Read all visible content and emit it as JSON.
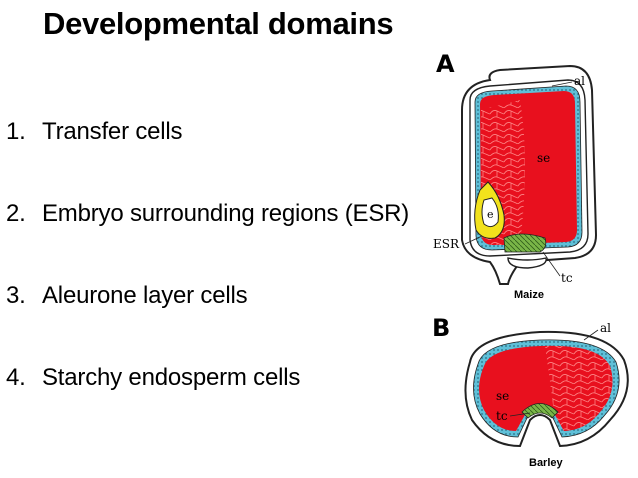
{
  "slide": {
    "title": "Developmental domains",
    "items": [
      {
        "number": "1.",
        "text": "Transfer cells"
      },
      {
        "number": "2.",
        "text": "Embryo surrounding regions (ESR)"
      },
      {
        "number": "3.",
        "text": "Aleurone layer cells"
      },
      {
        "number": "4.",
        "text": "Starchy endosperm cells"
      }
    ]
  },
  "figure_a": {
    "panel_letter": "A",
    "labels": {
      "al": "al",
      "se": "se",
      "e": "e",
      "esr": "ESR",
      "tc": "tc"
    },
    "caption": "Maize"
  },
  "figure_b": {
    "panel_letter": "B",
    "labels": {
      "al": "al",
      "se": "se",
      "tc": "tc"
    },
    "caption": "Barley"
  },
  "colors": {
    "endosperm": "#e8101e",
    "aleurone": "#5fc0d8",
    "transfer_cells": "#7ab648",
    "esr": "#f2e21c",
    "outline": "#222222"
  }
}
